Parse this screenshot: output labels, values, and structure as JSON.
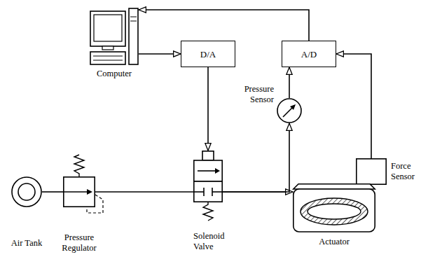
{
  "diagram": {
    "nodes": [
      {
        "text": [
          "Computer"
        ]
      },
      {
        "text": [
          "D/A"
        ]
      },
      {
        "text": [
          "A/D"
        ]
      },
      {
        "text": [
          "Pressure Sensor"
        ]
      },
      {
        "text": [
          "Force Sensor"
        ]
      },
      {
        "text": [
          "Air Tank"
        ]
      },
      {
        "text": [
          "Pressure Regulator"
        ]
      },
      {
        "text": [
          "Solenoid Valve"
        ]
      },
      {
        "text": [
          "Actuator"
        ]
      }
    ],
    "edges": [
      {
        "from": 0,
        "to": 1,
        "arrow": "to"
      },
      {
        "from": 1,
        "to": 7,
        "arrow": "to"
      },
      {
        "from": 2,
        "to": 0,
        "arrow": "to"
      },
      {
        "from": 3,
        "to": 2,
        "arrow": "to"
      },
      {
        "from": 4,
        "to": 2,
        "arrow": "to"
      },
      {
        "from": 5,
        "to": 6,
        "arrow": "none"
      },
      {
        "from": 6,
        "to": 7,
        "arrow": "none"
      },
      {
        "from": 7,
        "to": 8,
        "arrow": "to"
      },
      {
        "from": 7,
        "to": 3,
        "arrow": "to"
      }
    ]
  }
}
